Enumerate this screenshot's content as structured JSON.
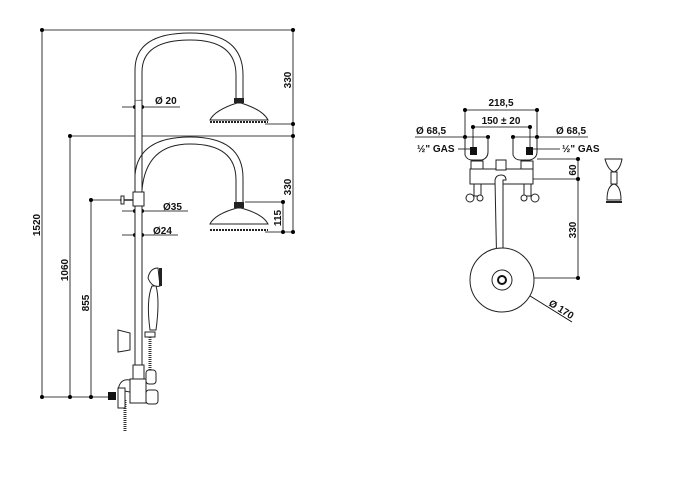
{
  "drawing_left": {
    "overall_height": "1520",
    "middle_height": "1060",
    "diverter_height": "855",
    "upper_arm_drop": "330",
    "lower_arm_drop": "330",
    "head_height": "115",
    "arm_diameter": "Ø 20",
    "diverter_diameter": "Ø35",
    "riser_diameter": "Ø24"
  },
  "drawing_right": {
    "outer_width": "218,5",
    "centers": "150 ± 20",
    "left_flange": "Ø 68,5",
    "right_flange": "Ø 68,5",
    "left_connection": "½\" GAS",
    "right_connection": "½\" GAS",
    "body_height": "60",
    "arm_length": "330",
    "rose_diameter": "Ø 170"
  }
}
